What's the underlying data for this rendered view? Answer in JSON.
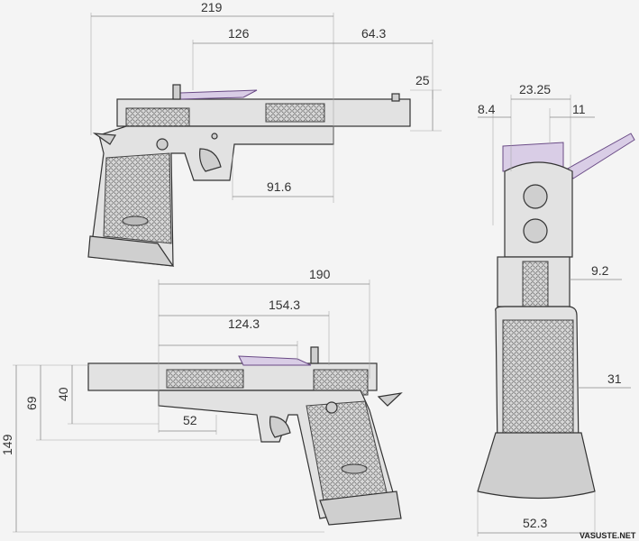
{
  "dimensions": {
    "top_view": {
      "overall_length": "219",
      "slide_rear_to_front_sight": "126",
      "muzzle_extension": "64.3",
      "sight_height": "25",
      "trigger_to_muzzle": "91.6"
    },
    "end_view": {
      "width_slide": "23.25",
      "left_offset": "8.4",
      "right_offset": "11",
      "frame_offset": "9.2",
      "grip_width": "31",
      "magwell_width": "52.3"
    },
    "bottom_view": {
      "length_190": "190",
      "length_154": "154.3",
      "length_124": "124.3",
      "length_52": "52",
      "height_total": "149",
      "height_69": "69",
      "height_40": "40"
    }
  },
  "watermark": "VASUSTE.NET",
  "colors": {
    "line": "#333333",
    "accent": "#6a4b86",
    "dimension": "#8a8a8a"
  }
}
